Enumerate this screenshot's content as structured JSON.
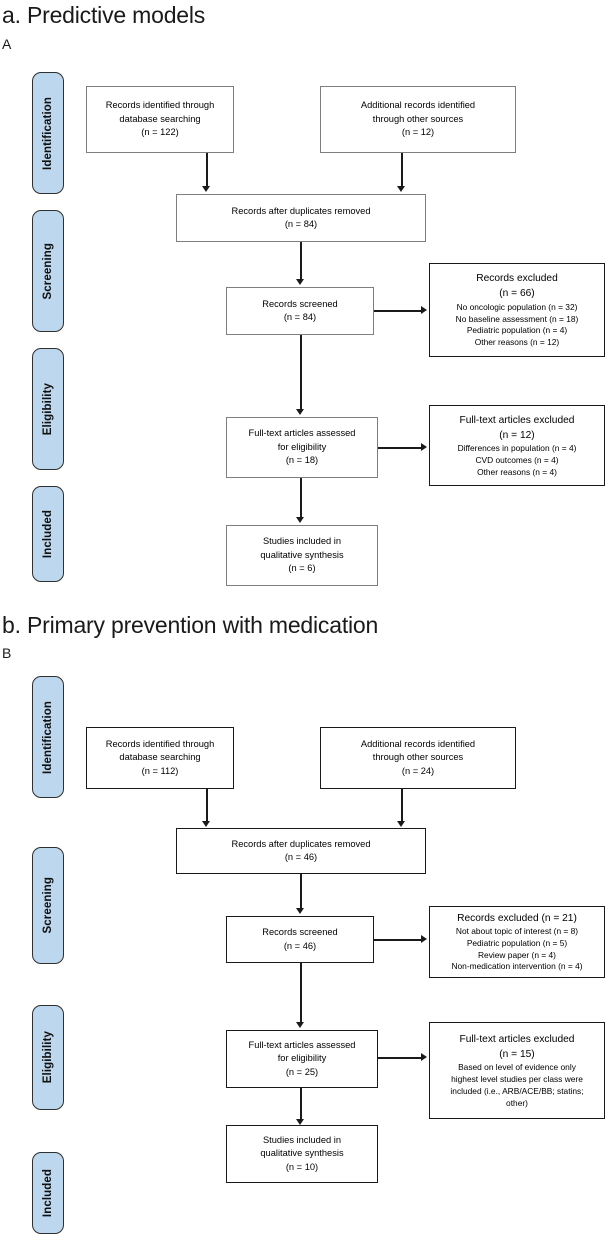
{
  "panels": [
    {
      "heading": "a. Predictive models",
      "letter": "A",
      "stages": [
        "Identification",
        "Screening",
        "Eligibility",
        "Included"
      ],
      "boxes": {
        "db_search": {
          "line1": "Records identified through",
          "line2": "database searching",
          "line3": "(n = 122)"
        },
        "other_sources": {
          "line1": "Additional records identified",
          "line2": "through other sources",
          "line3": "(n = 12)"
        },
        "duplicates": {
          "line1": "Records after duplicates removed",
          "line2": "(n = 84)"
        },
        "screened": {
          "line1": "Records screened",
          "line2": "(n = 84)"
        },
        "records_excluded": {
          "title": "Records excluded",
          "count": "(n = 66)",
          "reasons": [
            "No oncologic population (n = 32)",
            "No baseline assessment (n = 18)",
            "Pediatric population (n = 4)",
            "Other reasons (n = 12)"
          ]
        },
        "fulltext_assessed": {
          "line1": "Full-text articles assessed",
          "line2": "for eligibility",
          "line3": "(n = 18)"
        },
        "fulltext_excluded": {
          "title": "Full-text articles excluded",
          "count": "(n = 12)",
          "reasons": [
            "Differences in population (n = 4)",
            "CVD outcomes (n = 4)",
            "Other reasons (n = 4)"
          ]
        },
        "included": {
          "line1": "Studies included in",
          "line2": "qualitative synthesis",
          "line3": "(n = 6)"
        }
      }
    },
    {
      "heading": "b. Primary prevention with medication",
      "letter": "B",
      "stages": [
        "Identification",
        "Screening",
        "Eligibility",
        "Included"
      ],
      "boxes": {
        "db_search": {
          "line1": "Records identified through",
          "line2": "database searching",
          "line3": "(n = 112)"
        },
        "other_sources": {
          "line1": "Additional records identified",
          "line2": "through other sources",
          "line3": "(n = 24)"
        },
        "duplicates": {
          "line1": "Records after duplicates removed",
          "line2": "(n = 46)"
        },
        "screened": {
          "line1": "Records screened",
          "line2": "(n = 46)"
        },
        "records_excluded": {
          "title": "Records excluded (n = 21)",
          "count": "",
          "reasons": [
            "Not about topic of interest (n = 8)",
            "Pediatric population (n = 5)",
            "Review paper (n = 4)",
            "Non-medication intervention (n = 4)"
          ]
        },
        "fulltext_assessed": {
          "line1": "Full-text articles assessed",
          "line2": "for eligibility",
          "line3": "(n = 25)"
        },
        "fulltext_excluded": {
          "title": "Full-text articles excluded",
          "count": "(n = 15)",
          "reasons": [
            "Based on level of evidence only",
            "highest level studies per class were",
            "included (i.e., ARB/ACE/BB; statins;",
            "other)"
          ]
        },
        "included": {
          "line1": "Studies included in",
          "line2": "qualitative synthesis",
          "line3": "(n = 10)"
        }
      }
    }
  ],
  "colors": {
    "stage_pill_fill": "#bdd7ee",
    "stage_pill_border": "#2f2f2f",
    "box_border_gray": "#7f7f7f",
    "box_border_dark": "#1a1a1a",
    "connector": "#1a1a1a",
    "text": "#000000"
  }
}
